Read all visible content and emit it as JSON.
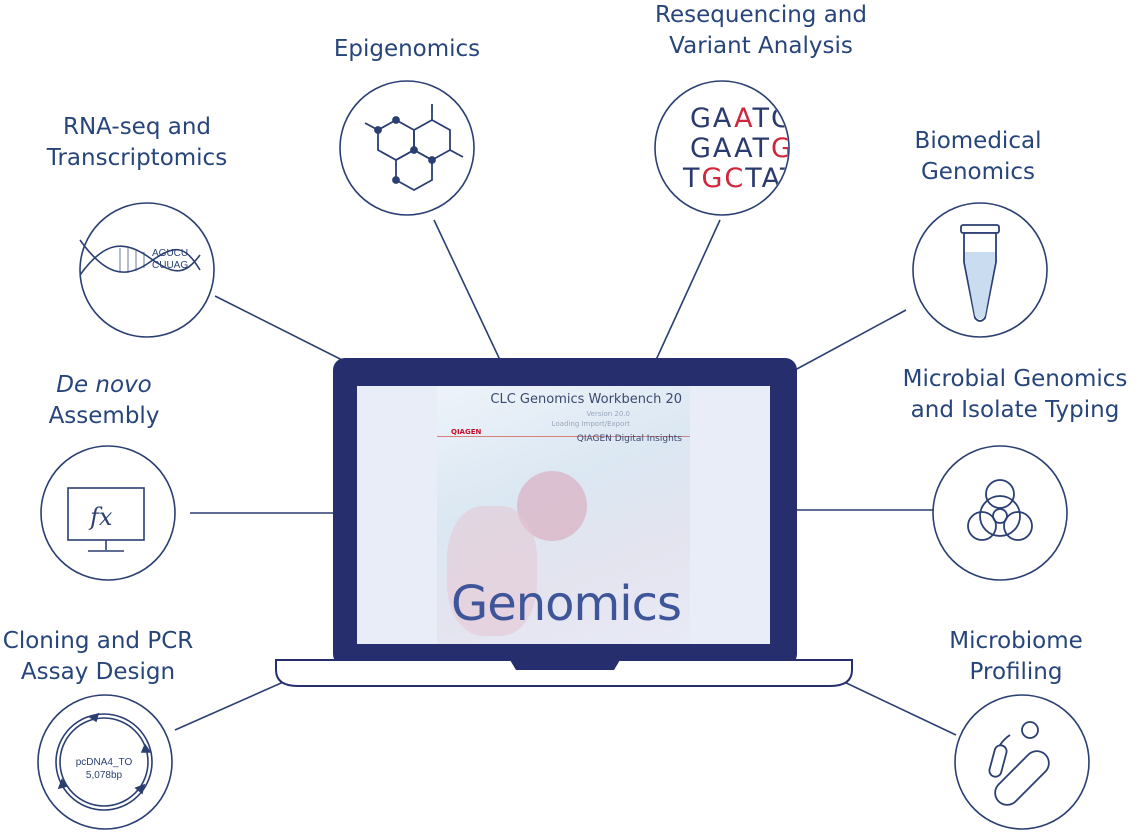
{
  "labels": {
    "epigenomics": "Epigenomics",
    "reseq_1": "Resequencing and",
    "reseq_2": "Variant Analysis",
    "rnaseq_1": "RNA-seq and",
    "rnaseq_2": "Transcriptomics",
    "biomed_1": "Biomedical",
    "biomed_2": "Genomics",
    "denovo_1": "De novo",
    "denovo_2": "Assembly",
    "microbial_1": "Microbial Genomics",
    "microbial_2": "and Isolate Typing",
    "cloning_1": "Cloning and PCR",
    "cloning_2": "Assay Design",
    "microbiome_1": "Microbiome",
    "microbiome_2": "Profiling"
  },
  "icons": {
    "rna_top": "AGUCU",
    "rna_bottom": "CUUAG",
    "fx": "fx",
    "plasmid_name": "pcDNA4_TO",
    "plasmid_size": "5,078bp",
    "seq_rows": [
      [
        [
          "GA",
          "#2b3a6e"
        ],
        [
          "A",
          "#d0263b"
        ],
        [
          "TGCT",
          "#2b3a6e"
        ]
      ],
      [
        [
          "GAAT",
          "#2b3a6e"
        ],
        [
          "G",
          "#d0263b"
        ],
        [
          "CTA",
          "#2b3a6e"
        ]
      ],
      [
        [
          "T",
          "#2b3a6e"
        ],
        [
          "GC",
          "#d0263b"
        ],
        [
          "TATC",
          "#2b3a6e"
        ]
      ]
    ]
  },
  "splash": {
    "title": "CLC Genomics Workbench 20",
    "version": "Version 20.0",
    "loading": "Loading Import/Export",
    "brand": "QIAGEN",
    "company": "QIAGEN Digital Insights",
    "big_word": "Genomics"
  },
  "colors": {
    "navy": "#262e6e",
    "text": "#27457a",
    "red": "#d0263b"
  }
}
